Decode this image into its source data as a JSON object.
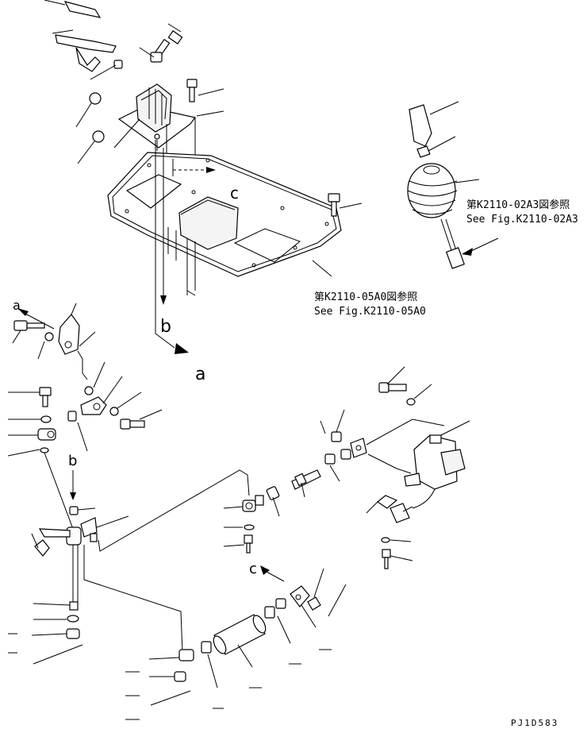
{
  "references": {
    "fig_top_right": {
      "jp": "第K2110-02A3図参照",
      "en": "See Fig.K2110-02A3"
    },
    "fig_center": {
      "jp": "第K2110-05A0図参照",
      "en": "See Fig.K2110-05A0"
    }
  },
  "markers": {
    "a_upper": "a",
    "a_lower": "a",
    "b_upper": "b",
    "b_lower": "b",
    "c_upper": "c",
    "c_lower": "c"
  },
  "drawing_id": "PJ1D583"
}
